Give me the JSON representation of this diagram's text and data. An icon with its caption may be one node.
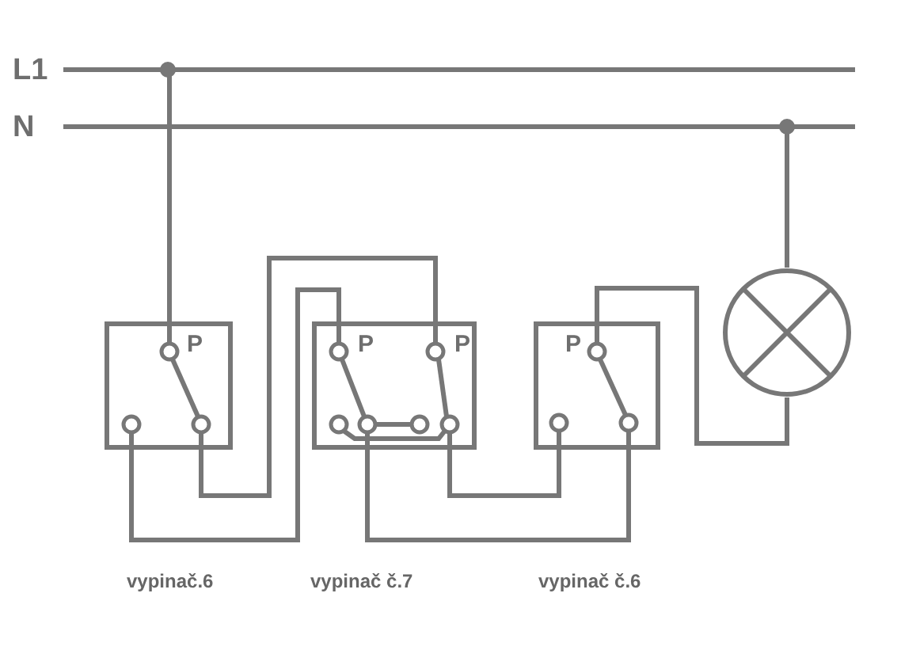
{
  "diagram": {
    "nodes": [
      {
        "text": [
          "L1"
        ]
      },
      {
        "text": [
          "N"
        ]
      },
      {
        "text": [
          "P"
        ]
      },
      {
        "text": [
          "P",
          "P"
        ]
      },
      {
        "text": [
          "P"
        ]
      },
      {
        "text": [],
        "shape": "circle"
      }
    ],
    "edges": [
      {
        "from": 0,
        "to": 2,
        "arrow": "none"
      },
      {
        "from": 2,
        "to": 3,
        "arrow": "none"
      },
      {
        "from": 2,
        "to": 3,
        "arrow": "none"
      },
      {
        "from": 3,
        "to": 4,
        "arrow": "none"
      },
      {
        "from": 3,
        "to": 4,
        "arrow": "none"
      },
      {
        "from": 4,
        "to": 5,
        "arrow": "none"
      },
      {
        "from": 1,
        "to": 5,
        "arrow": "none"
      }
    ],
    "labels": [
      "vypinač.6",
      "vypinač č.7",
      "vypinač č.6"
    ]
  }
}
